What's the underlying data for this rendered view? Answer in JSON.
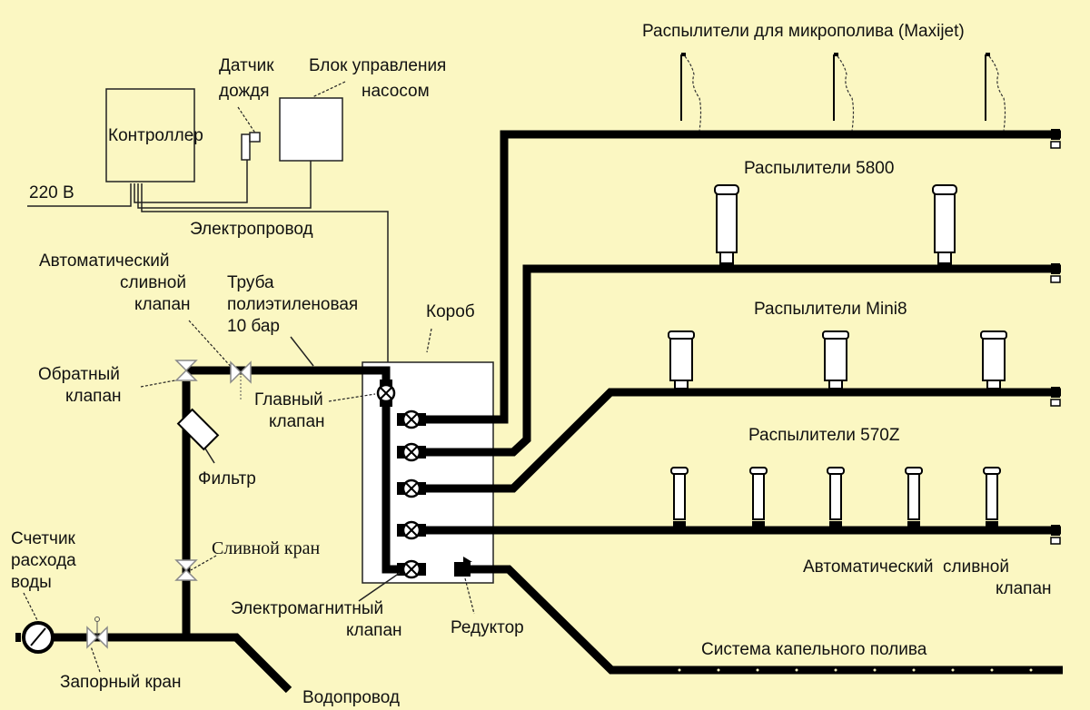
{
  "diagram": {
    "language": "ru",
    "background": "#fbf7c2",
    "labels": {
      "controller": "Контроллер",
      "rain_sensor": [
        "Датчик",
        "дождя"
      ],
      "pump_control": [
        "Блок управления",
        "насосом"
      ],
      "voltage": "220 В",
      "wiring": "Электропровод",
      "auto_drain_valve_left": [
        "Автоматический",
        "сливной",
        "клапан"
      ],
      "pipe": [
        "Труба",
        "полиэтиленовая",
        "10 бар"
      ],
      "box": "Короб",
      "check_valve": [
        "Обратный",
        "клапан"
      ],
      "main_valve": [
        "Главный",
        "клапан"
      ],
      "filter": "Фильтр",
      "drain_tap": "Сливной кран",
      "water_meter": [
        "Счетчик",
        "расхода",
        "воды"
      ],
      "shutoff_valve": "Запорный кран",
      "water_main": "Водопровод",
      "solenoid_valve": [
        "Электромагнитный",
        "клапан"
      ],
      "reducer": "Редуктор",
      "auto_drain_valve_right": [
        "Автоматический  сливной",
        "клапан"
      ],
      "drip_system": "Система капельного полива"
    },
    "zones": [
      {
        "label": "Распылители для микрополива (Maxijet)",
        "type": "maxijet",
        "count": 3
      },
      {
        "label": "Распылители 5800",
        "type": "rotor-tall",
        "count": 2
      },
      {
        "label": "Распылители Mini8",
        "type": "rotor-mid",
        "count": 3
      },
      {
        "label": "Распылители 570Z",
        "type": "spray-small",
        "count": 5
      },
      {
        "label": "Система капельного полива",
        "type": "drip",
        "count": 10
      }
    ]
  }
}
